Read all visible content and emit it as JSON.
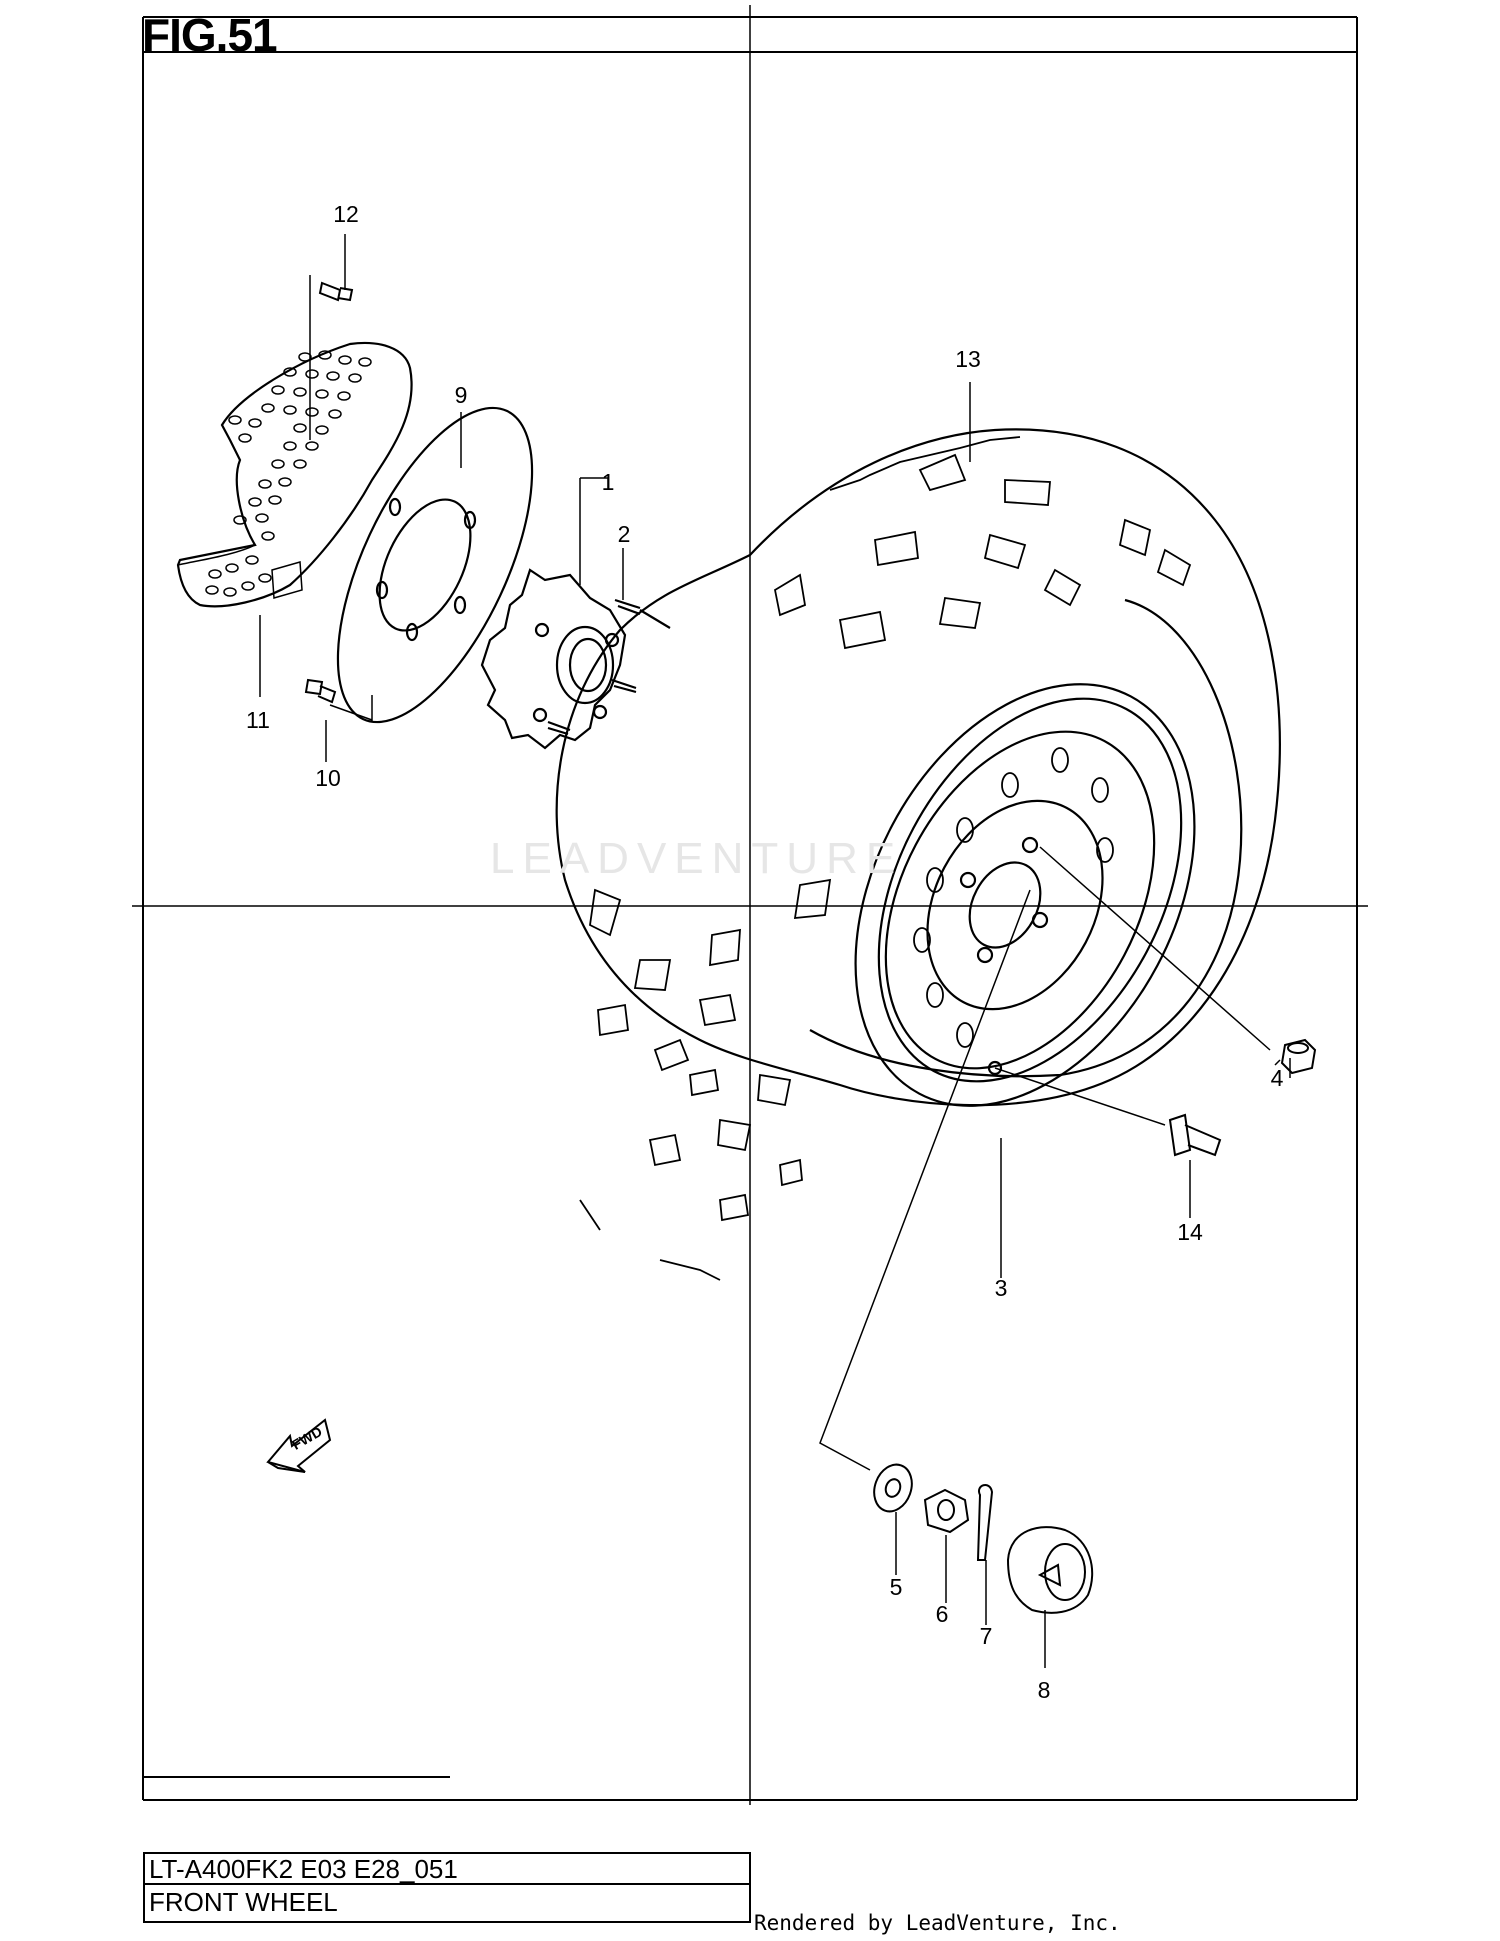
{
  "figure": {
    "title": "FIG.51"
  },
  "callouts": [
    {
      "id": "1",
      "label": "1"
    },
    {
      "id": "2",
      "label": "2"
    },
    {
      "id": "3",
      "label": "3"
    },
    {
      "id": "4",
      "label": "4"
    },
    {
      "id": "5",
      "label": "5"
    },
    {
      "id": "6",
      "label": "6"
    },
    {
      "id": "7",
      "label": "7"
    },
    {
      "id": "8",
      "label": "8"
    },
    {
      "id": "9",
      "label": "9"
    },
    {
      "id": "10",
      "label": "10"
    },
    {
      "id": "11",
      "label": "11"
    },
    {
      "id": "12",
      "label": "12"
    },
    {
      "id": "13",
      "label": "13"
    },
    {
      "id": "14",
      "label": "14"
    }
  ],
  "fwd_arrow": {
    "label": "FWD"
  },
  "watermark": {
    "text": "LEADVENTURE"
  },
  "title_block": {
    "model": "LT-A400FK2 E03 E28_051",
    "name": "FRONT WHEEL"
  },
  "footer": {
    "rendered_by": "Rendered by LeadVenture, Inc."
  }
}
